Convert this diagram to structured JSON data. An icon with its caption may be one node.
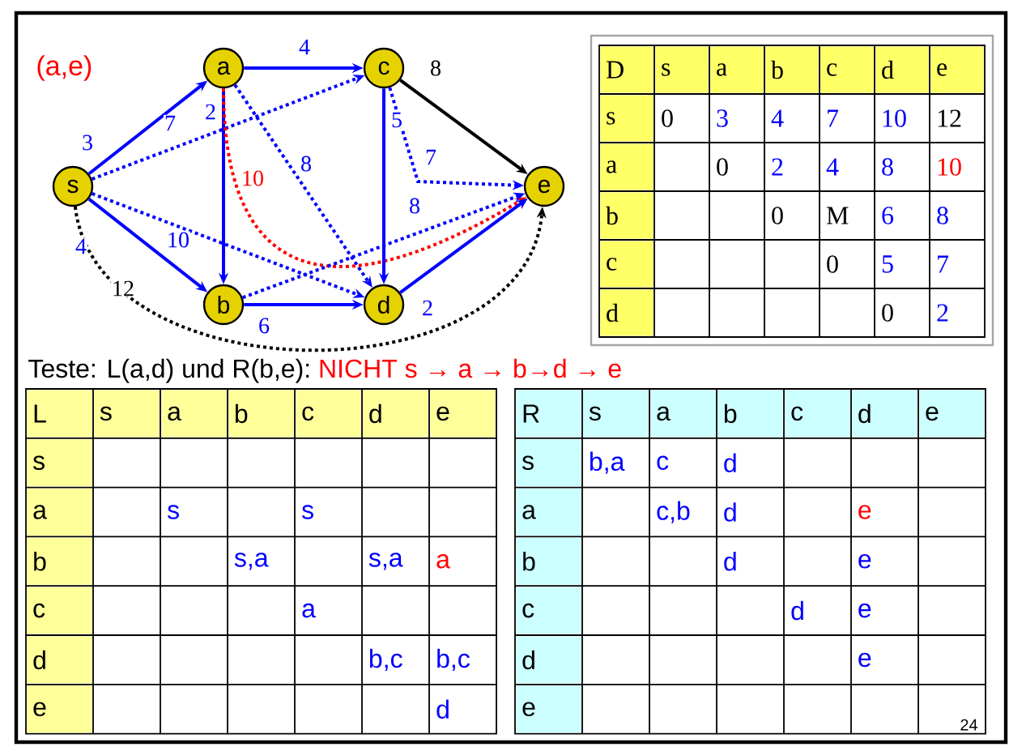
{
  "diagram": {
    "nodes": [
      {
        "text": [
          "s"
        ]
      },
      {
        "text": [
          "a"
        ]
      },
      {
        "text": [
          "b"
        ]
      },
      {
        "text": [
          "c"
        ]
      },
      {
        "text": [
          "d"
        ]
      },
      {
        "text": [
          "e"
        ]
      }
    ],
    "edges": [
      {
        "from": 0,
        "to": 1,
        "arrow": "to",
        "label": "3"
      },
      {
        "from": 0,
        "to": 3,
        "arrow": "to",
        "label": "7",
        "style": "dashed"
      },
      {
        "from": 0,
        "to": 2,
        "arrow": "to",
        "label": "4"
      },
      {
        "from": 0,
        "to": 4,
        "arrow": "to",
        "label": "10",
        "style": "dashed"
      },
      {
        "from": 0,
        "to": 5,
        "arrow": "to",
        "label": "12",
        "style": "dashed",
        "color": "#000000"
      },
      {
        "from": 1,
        "to": 3,
        "arrow": "to",
        "label": "4"
      },
      {
        "from": 1,
        "to": 2,
        "arrow": "to",
        "label": "2"
      },
      {
        "from": 1,
        "to": 4,
        "arrow": "to",
        "label": "8",
        "style": "dashed"
      },
      {
        "from": 1,
        "to": 5,
        "arrow": "to",
        "label": "10",
        "style": "dashed",
        "color": "#ff0000"
      },
      {
        "from": 3,
        "to": 5,
        "arrow": "to",
        "label": "8",
        "color": "#000000"
      },
      {
        "from": 3,
        "to": 4,
        "arrow": "to",
        "label": "5"
      },
      {
        "from": 3,
        "to": 5,
        "arrow": "to",
        "label": "7",
        "style": "dashed"
      },
      {
        "from": 2,
        "to": 4,
        "arrow": "to",
        "label": "6"
      },
      {
        "from": 2,
        "to": 5,
        "arrow": "to",
        "label": "8",
        "style": "dashed"
      },
      {
        "from": 4,
        "to": 5,
        "arrow": "to",
        "label": "2"
      }
    ],
    "labels": [
      "(a,e)",
      "D",
      "s",
      "a",
      "b",
      "c",
      "d",
      "e",
      "s",
      "0",
      "3",
      "4",
      "7",
      "10",
      "12",
      "a",
      "0",
      "2",
      "4",
      "8",
      "10",
      "b",
      "0",
      "M",
      "6",
      "8",
      "c",
      "0",
      "5",
      "7",
      "d",
      "0",
      "2",
      "Teste: L(a,d) und R(b,e):",
      "NICHT s → a → b→d → e",
      "L",
      "s",
      "a",
      "b",
      "c",
      "d",
      "e",
      "s",
      "a",
      "s",
      "s",
      "b",
      "s,a",
      "s,a",
      "a",
      "c",
      "a",
      "d",
      "b,c",
      "b,c",
      "e",
      "d",
      "R",
      "s",
      "a",
      "b",
      "c",
      "d",
      "e",
      "s",
      "b,a",
      "c",
      "d",
      "a",
      "c,b",
      "d",
      "e",
      "b",
      "d",
      "e",
      "c",
      "d",
      "e",
      "d",
      "e",
      "e",
      "24"
    ]
  }
}
